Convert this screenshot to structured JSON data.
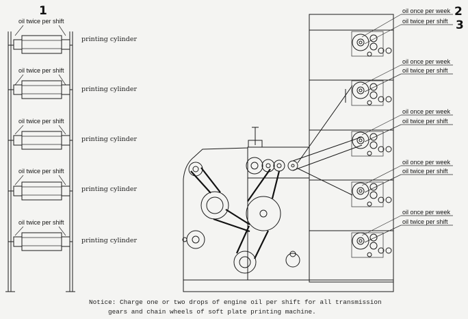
{
  "markers": {
    "one": "1",
    "two": "2",
    "three": "3"
  },
  "left_panel": {
    "units": [
      {
        "oil_label": "oil twice per shift",
        "cylinder_label": "printing cylinder"
      },
      {
        "oil_label": "oil twice per shift",
        "cylinder_label": "printing cylinder"
      },
      {
        "oil_label": "oil twice per shift",
        "cylinder_label": "printing cylinder"
      },
      {
        "oil_label": "oil twice per shift",
        "cylinder_label": "printing cylinder"
      },
      {
        "oil_label": "oil twice per shift",
        "cylinder_label": "printing cylinder"
      }
    ]
  },
  "right_panel": {
    "units": [
      {
        "weekly_label": "oil once per week",
        "shift_label": "oil twice per shift"
      },
      {
        "weekly_label": "oil once per week",
        "shift_label": "oil twice per shift"
      },
      {
        "weekly_label": "oil once per week",
        "shift_label": "oil twice per shift"
      },
      {
        "weekly_label": "oil once per week",
        "shift_label": "oil twice per shift"
      },
      {
        "weekly_label": "oil once per week",
        "shift_label": "oil twice per shift"
      }
    ]
  },
  "notice": {
    "line1": "Notice: Charge one or two drops of engine oil per shift for all transmission",
    "line2": "gears and chain wheels of soft plate printing machine."
  }
}
